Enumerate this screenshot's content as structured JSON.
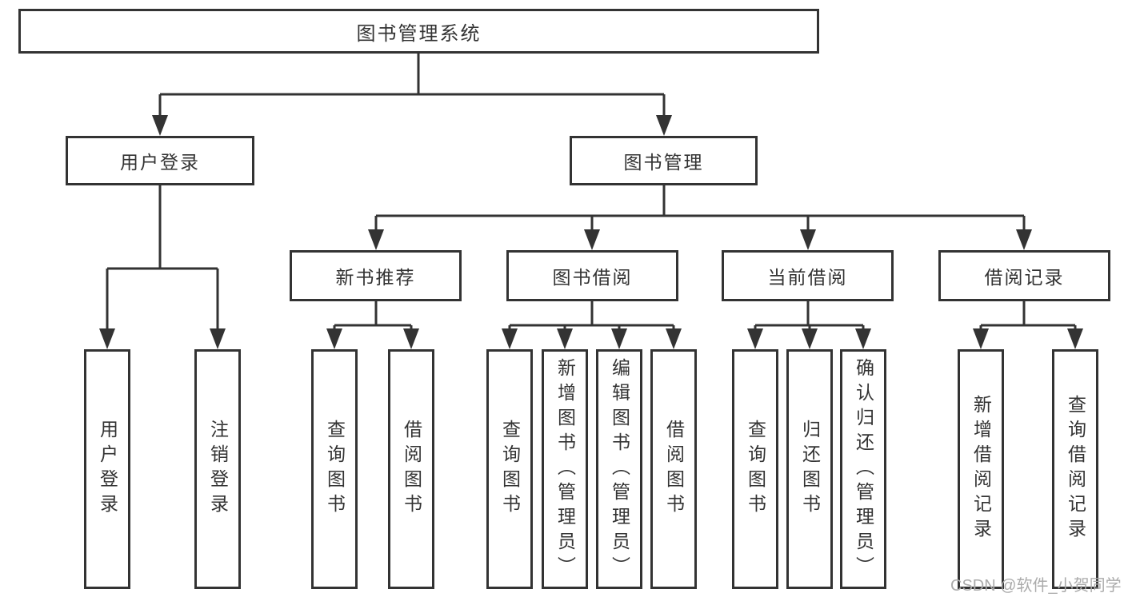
{
  "root": {
    "label": "图书管理系统"
  },
  "level2": [
    {
      "label": "用户登录",
      "leaves": [
        "用户登录",
        "注销登录"
      ]
    },
    {
      "label": "图书管理",
      "groups": [
        {
          "label": "新书推荐",
          "leaves": [
            "查询图书",
            "借阅图书"
          ]
        },
        {
          "label": "图书借阅",
          "leaves": [
            "查询图书",
            "新增图书（管理员）",
            "编辑图书（管理员）",
            "借阅图书"
          ]
        },
        {
          "label": "当前借阅",
          "leaves": [
            "查询图书",
            "归还图书",
            "确认归还（管理员）"
          ]
        },
        {
          "label": "借阅记录",
          "leaves": [
            "新增借阅记录",
            "查询借阅记录"
          ]
        }
      ]
    }
  ],
  "watermark": "CSDN @软件_小贺同学",
  "colors": {
    "line": "#333333",
    "text": "#333333",
    "box_fill": "#ffffff",
    "background": "#ffffff",
    "watermark": "#ababab"
  }
}
